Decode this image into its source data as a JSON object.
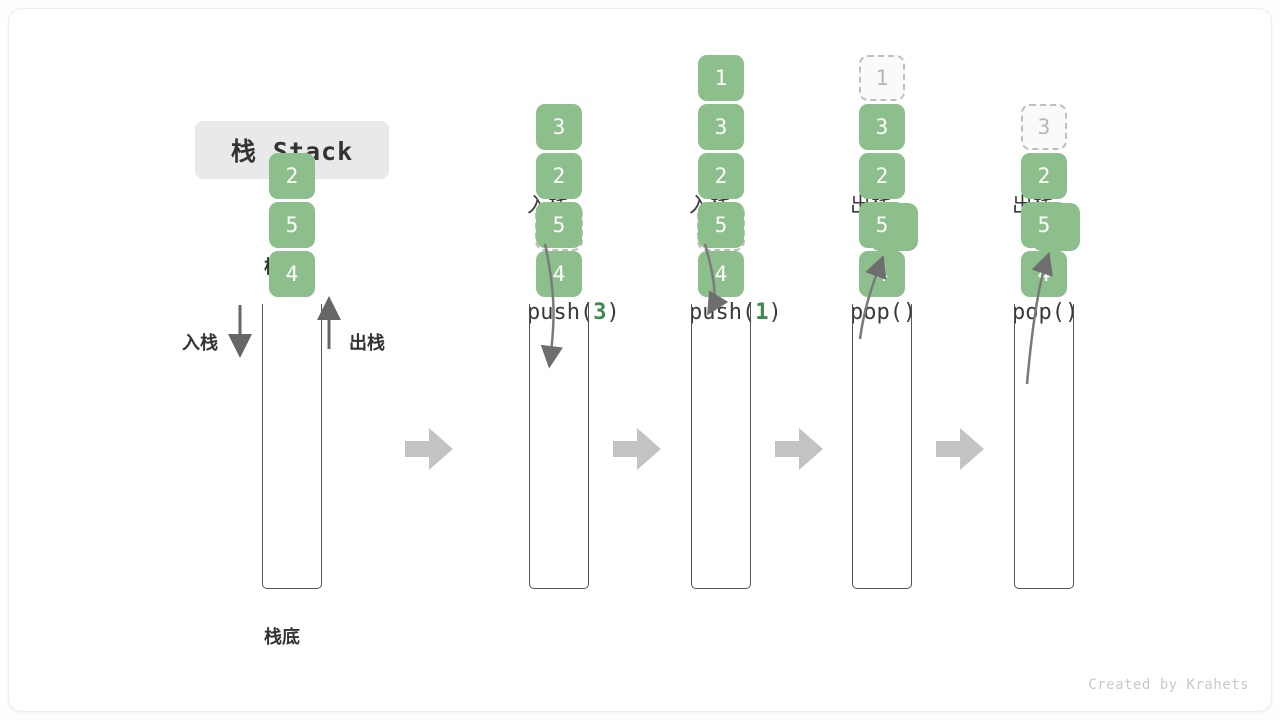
{
  "title": {
    "text": "栈 Stack"
  },
  "labels": {
    "top": "栈顶",
    "bottom": "栈底",
    "push_side": "入栈",
    "pop_side": "出栈"
  },
  "watermark": "Created by Krahets",
  "colors": {
    "element": "#8cbf8c",
    "element_text": "#ffffff",
    "ghost_border": "#bfbfbf",
    "ghost_text": "#b5b5b5",
    "accent_arg": "#3c8a4e",
    "flow_arrow": "#c3c3c3",
    "container_stroke": "#555555",
    "badge_bg": "#e9e9e9"
  },
  "stages": [
    {
      "id": "initial",
      "head_cn": "",
      "head_code": "",
      "stack": [
        "2",
        "5",
        "4"
      ],
      "ghost_index": -1,
      "floating": null
    },
    {
      "id": "push-3",
      "head_cn": "入栈",
      "head_code": "push(",
      "head_arg": "3",
      "head_code_end": ")",
      "stack": [
        "3",
        "2",
        "5",
        "4"
      ],
      "ghost_index": -1,
      "floating": {
        "value": "3",
        "style": "ghost",
        "direction": "in"
      }
    },
    {
      "id": "push-1",
      "head_cn": "入栈",
      "head_code": "push(",
      "head_arg": "1",
      "head_code_end": ")",
      "stack": [
        "1",
        "3",
        "2",
        "5",
        "4"
      ],
      "ghost_index": -1,
      "floating": {
        "value": "1",
        "style": "ghost",
        "direction": "in"
      }
    },
    {
      "id": "pop-1",
      "head_cn": "出栈",
      "head_code": "pop(",
      "head_arg": "",
      "head_code_end": ")",
      "stack": [
        "1",
        "3",
        "2",
        "5",
        "4"
      ],
      "ghost_index": 0,
      "floating": {
        "value": "1",
        "style": "solid",
        "direction": "out"
      }
    },
    {
      "id": "pop-3",
      "head_cn": "出栈",
      "head_code": "pop(",
      "head_arg": "",
      "head_code_end": ")",
      "stack": [
        "3",
        "2",
        "5",
        "4"
      ],
      "ghost_index": 0,
      "floating": {
        "value": "3",
        "style": "solid",
        "direction": "out"
      }
    }
  ],
  "flow_arrows": 4
}
